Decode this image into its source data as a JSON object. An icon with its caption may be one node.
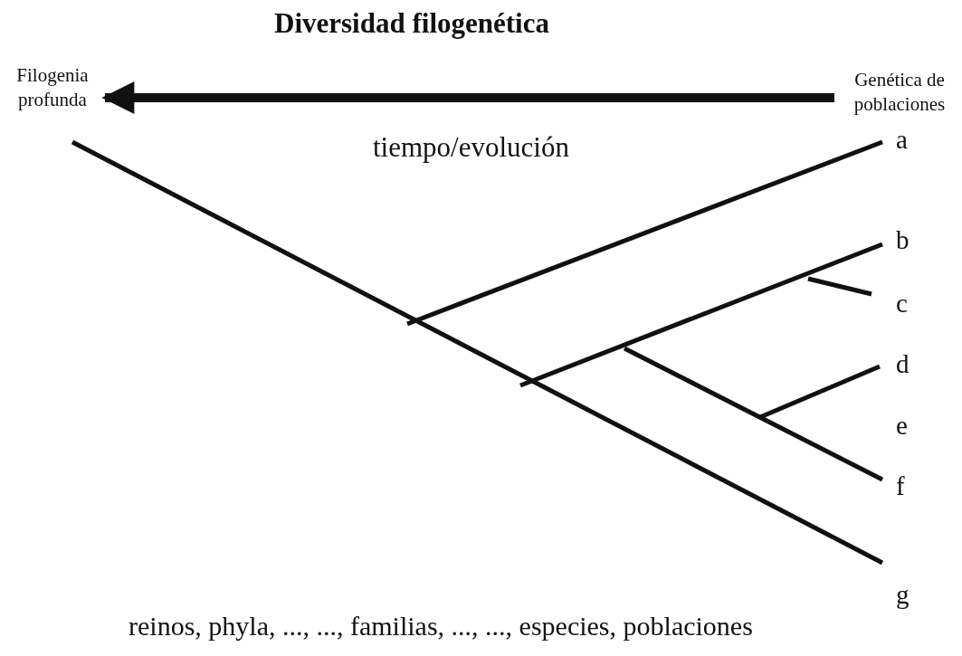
{
  "diagram": {
    "title": "Diversidad filogenética",
    "nodes": [
      {
        "text": [
          "Filogenia profunda"
        ]
      },
      {
        "text": [
          "Genética de poblaciones"
        ]
      }
    ],
    "edges": [
      {
        "from": 1,
        "to": 0,
        "arrow": "to"
      }
    ],
    "labels": [
      "tiempo/evolución",
      "a",
      "b",
      "c",
      "d",
      "e",
      "f",
      "g",
      "reinos, phyla, ..., ..., familias, ..., ..., especies, poblaciones"
    ]
  }
}
